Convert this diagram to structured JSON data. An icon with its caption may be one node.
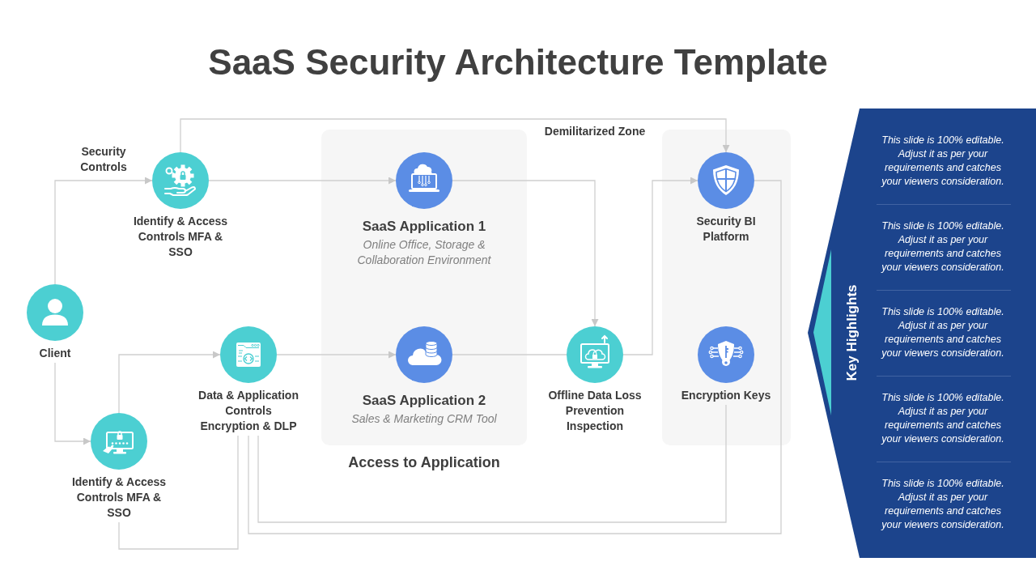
{
  "diagram": {
    "title": "SaaS Security Architecture Template",
    "nodes": [
      {
        "text": [
          "Access to Application"
        ]
      },
      {
        "text": [],
        "shape": "box"
      },
      {
        "text": [
          "Identify & Access Controls MFA & SSO"
        ]
      },
      {
        "text": [
          "SaaS Application 1",
          "Online Office, Storage & Collaboration Environment"
        ],
        "in": 0
      },
      {
        "text": [
          "Security BI Platform"
        ],
        "in": 1
      },
      {
        "text": [
          "Client"
        ]
      },
      {
        "text": [
          "Data & Application Controls Encryption & DLP"
        ]
      },
      {
        "text": [
          "SaaS Application 2",
          "Sales & Marketing CRM Tool"
        ],
        "in": 0
      },
      {
        "text": [
          "Offline Data Loss Prevention Inspection"
        ]
      },
      {
        "text": [
          "Encryption Keys"
        ],
        "in": 1
      },
      {
        "text": [
          "Identify & Access Controls MFA & SSO"
        ]
      },
      {
        "text": [
          "Key Highlights",
          "This slide is 100% editable. Adjust it as per your requirements and catches your viewers consideration.",
          "This slide is 100% editable. Adjust it as per your requirements and catches your viewers consideration.",
          "This slide is 100% editable. Adjust it as per your requirements and catches your viewers consideration.",
          "This slide is 100% editable. Adjust it as per your requirements and catches your viewers consideration.",
          "This slide is 100% editable. Adjust it as per your requirements and catches your viewers consideration."
        ]
      }
    ],
    "edges": [
      {
        "from": 5,
        "to": 2,
        "arrow": "to",
        "label": "Security Controls"
      },
      {
        "from": 5,
        "to": 10,
        "arrow": "to"
      },
      {
        "from": 2,
        "to": 4,
        "arrow": "to"
      },
      {
        "from": 2,
        "to": 3,
        "arrow": "to"
      },
      {
        "from": 3,
        "to": 8,
        "arrow": "to"
      },
      {
        "from": 10,
        "to": 6,
        "arrow": "to"
      },
      {
        "from": 6,
        "to": 7,
        "arrow": "to"
      },
      {
        "from": 7,
        "to": 8,
        "arrow": "none"
      },
      {
        "from": 8,
        "to": 4,
        "arrow": "to"
      },
      {
        "from": 6,
        "to": 10,
        "arrow": "none"
      },
      {
        "from": 6,
        "to": 4,
        "arrow": "none"
      },
      {
        "from": 6,
        "to": 9,
        "arrow": "none"
      }
    ],
    "labels": [
      "Demilitarized Zone"
    ]
  }
}
